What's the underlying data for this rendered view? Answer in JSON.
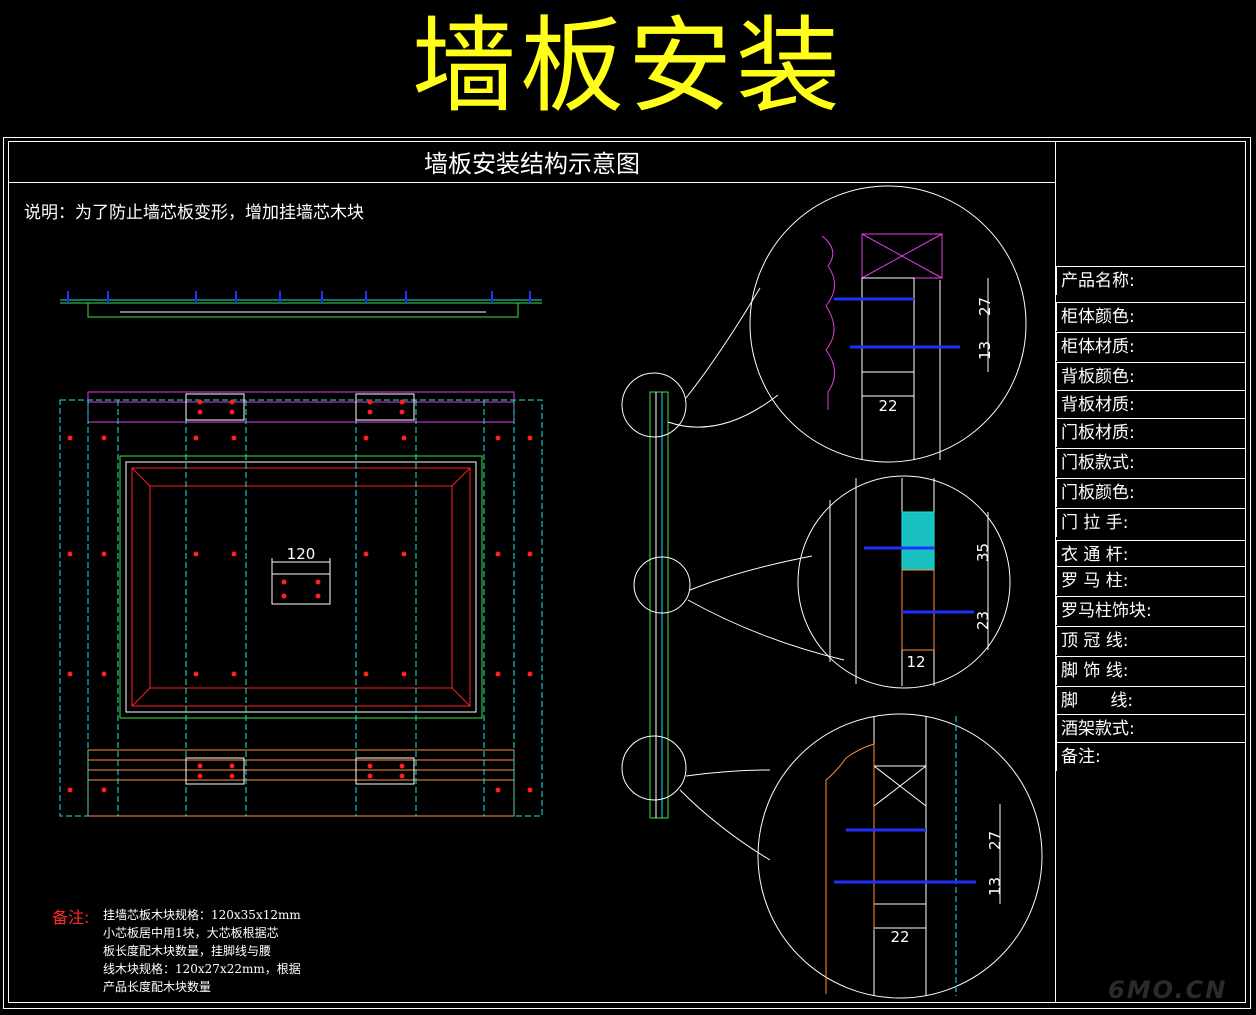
{
  "header": {
    "title": "墙板安装"
  },
  "drawing": {
    "title": "墙板安装结构示意图",
    "description": "说明：为了防止墙芯板变形，增加挂墙芯木块",
    "center_dimension": "120",
    "detail_top": {
      "dim_a": "27",
      "dim_b": "13",
      "width": "22"
    },
    "detail_middle": {
      "dim_a": "35",
      "dim_b": "23",
      "width": "12"
    },
    "detail_bottom": {
      "dim_a": "27",
      "dim_b": "13",
      "width": "22"
    }
  },
  "properties": [
    "产品名称:",
    "柜体颜色:",
    "柜体材质:",
    "背板颜色:",
    "背板材质:",
    "门板材质:",
    "门板款式:",
    "门板颜色:",
    "门 拉 手:",
    "衣 通 杆:",
    "罗 马 柱:",
    "罗马柱饰块:",
    "顶 冠 线:",
    "脚 饰 线:",
    "脚      线:",
    "酒架款式:",
    "备注:"
  ],
  "notes": {
    "label": "备注:",
    "lines": [
      "挂墙芯板木块规格：120x35x12mm",
      "小芯板居中用1块，大芯板根据芯",
      "板长度配木块数量，挂脚线与腰",
      "线木块规格：120x27x22mm，根据",
      "产品长度配木块数量"
    ]
  },
  "watermark": "6MO.CN",
  "colors": {
    "title_yellow": "#ffff1a",
    "magenta": "#e040e0",
    "red": "#ff2020",
    "cyan": "#19e6e6",
    "green": "#40e040",
    "blue": "#2030ff",
    "orange": "#ff9040",
    "white": "#ffffff"
  }
}
